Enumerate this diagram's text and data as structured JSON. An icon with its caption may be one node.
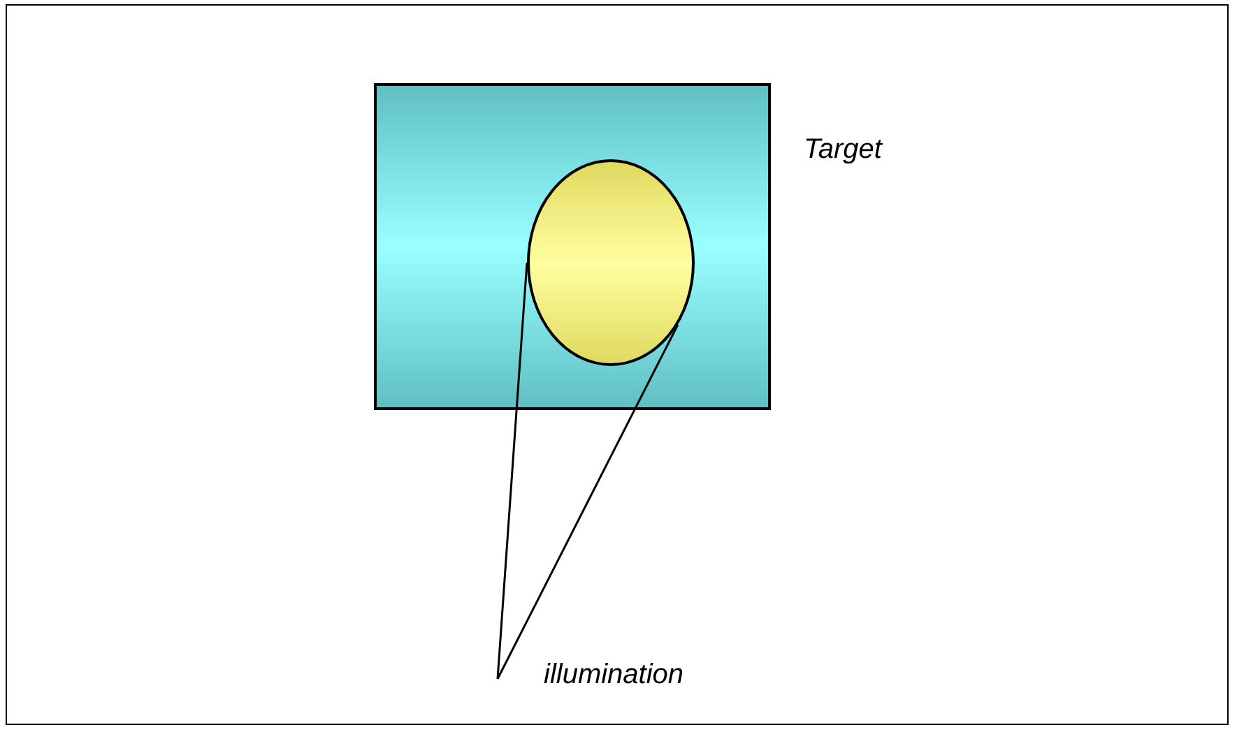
{
  "diagram": {
    "nodes": [
      {
        "text": [],
        "shape": "box",
        "beside": [
          "Target"
        ]
      },
      {
        "text": [],
        "shape": "circle",
        "in": 0
      },
      {
        "text": [
          "illumination"
        ]
      }
    ],
    "edges": [
      {
        "from": 2,
        "to": 1,
        "arrow": "none"
      },
      {
        "from": 2,
        "to": 1,
        "arrow": "none"
      }
    ]
  }
}
